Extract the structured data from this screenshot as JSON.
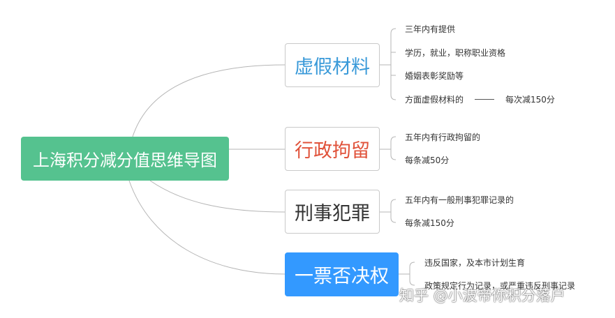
{
  "root": {
    "label": "上海积分减分值思维导图",
    "color": "#55c28f"
  },
  "branches": [
    {
      "label": "虚假材料",
      "color": "#3a9ad9",
      "items": [
        "三年内有提供",
        "学历，就业，职称职业资格",
        "婚姻表彰奖励等",
        "方面虚假材料的"
      ],
      "note": "每次减150分"
    },
    {
      "label": "行政拘留",
      "color": "#e0523a",
      "items": [
        "五年内有行政拘留的",
        "每条减50分"
      ]
    },
    {
      "label": "刑事犯罪",
      "color": "#333333",
      "items": [
        "五年内有一般刑事犯罪记录的",
        "每条减150分"
      ]
    },
    {
      "label": "一票否决权",
      "color": "#3399ff",
      "items": [
        "违反国家，及本市计划生育",
        "政策规定行为记录，或严重违反刑事记录"
      ]
    }
  ],
  "watermark": "知乎 @小波帝你积分落户"
}
